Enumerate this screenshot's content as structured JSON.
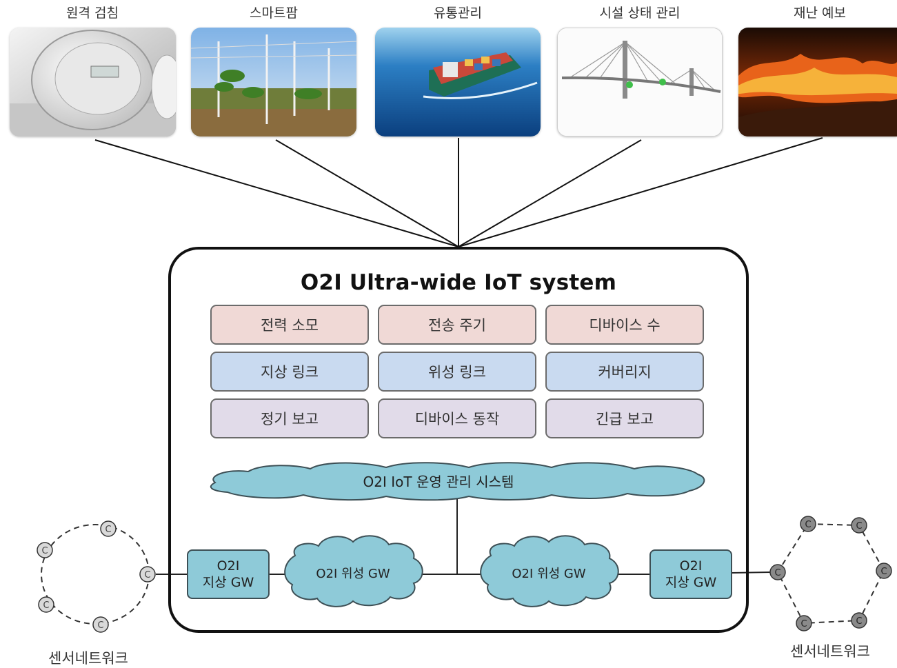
{
  "applications": [
    {
      "label": "원격 검침",
      "icon": "smart-meter-photo"
    },
    {
      "label": "스마트팜",
      "icon": "smart-farm-photo"
    },
    {
      "label": "유통관리",
      "icon": "container-ship-photo"
    },
    {
      "label": "시설 상태 관리",
      "icon": "bridge-monitoring-photo"
    },
    {
      "label": "재난 예보",
      "icon": "wildfire-photo"
    }
  ],
  "system": {
    "title": "O2I Ultra-wide IoT system",
    "grid": [
      [
        "전력 소모",
        "전송 주기",
        "디바이스 수"
      ],
      [
        "지상 링크",
        "위성 링크",
        "커버리지"
      ],
      [
        "정기 보고",
        "디바이스 동작",
        "긴급 보고"
      ]
    ],
    "ops_cloud": "O2I IoT 운영 관리 시스템",
    "left_gateway": {
      "line1": "O2I",
      "line2": "지상 GW"
    },
    "left_satellite_gw": "O2I  위성 GW",
    "right_satellite_gw": "O2I 위성 GW",
    "right_gateway": {
      "line1": "O2I",
      "line2": "지상 GW"
    }
  },
  "sensor_networks": {
    "left_label": "센서네트워크",
    "right_label": "센서네트워크",
    "node_symbol": "C"
  },
  "colors": {
    "row_power": "#f0d9d6",
    "row_link": "#c9daf0",
    "row_report": "#e1dbe9",
    "cloud": "#8ecad8",
    "left_nodes": "#d9d9d9",
    "right_nodes": "#8a8a8a"
  }
}
